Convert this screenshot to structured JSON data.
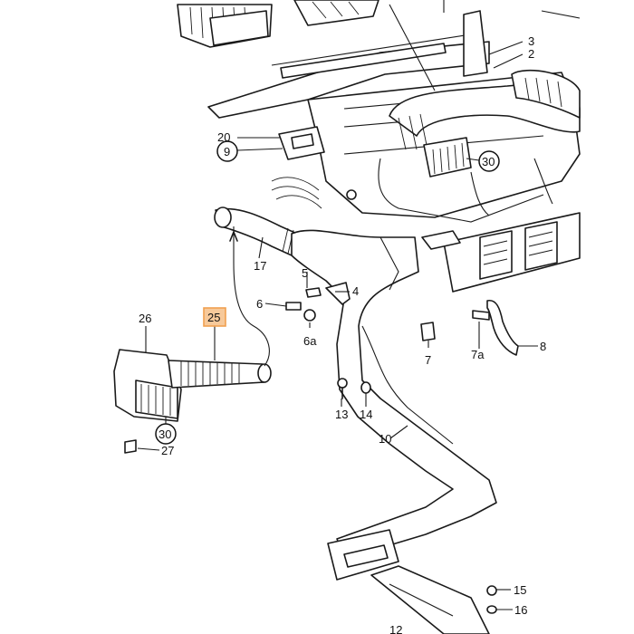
{
  "labels": {
    "l3": "3",
    "l2": "2",
    "l20": "20",
    "l9": "9",
    "l30a": "30",
    "l17": "17",
    "l5": "5",
    "l4": "4",
    "l6": "6",
    "l6a": "6a",
    "l26": "26",
    "l25": "25",
    "l7": "7",
    "l7a": "7a",
    "l8": "8",
    "l13": "13",
    "l14": "14",
    "l10": "10",
    "l30b": "30",
    "l27": "27",
    "l15": "15",
    "l16": "16",
    "l12": "12"
  },
  "highlight_color": "#f7c99a"
}
